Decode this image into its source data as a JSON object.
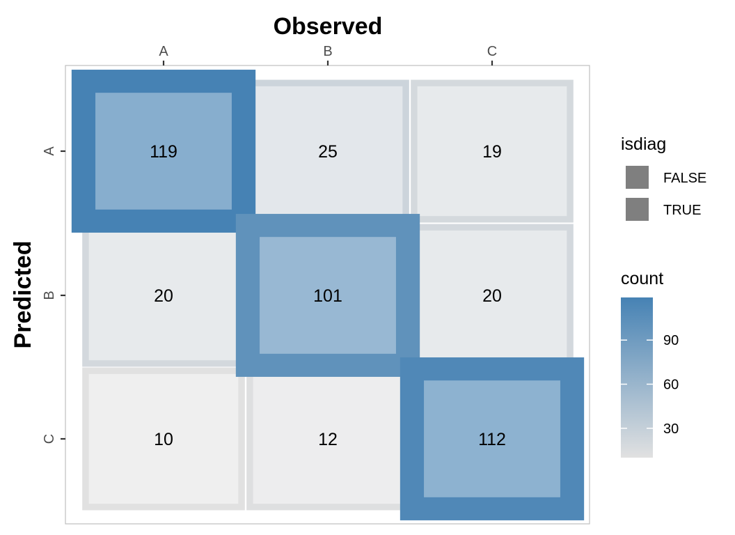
{
  "chart_data": {
    "type": "heatmap",
    "title": "",
    "xlabel": "Observed",
    "ylabel": "Predicted",
    "x_categories": [
      "A",
      "B",
      "C"
    ],
    "y_categories": [
      "A",
      "B",
      "C"
    ],
    "cells": [
      {
        "observed": "A",
        "predicted": "A",
        "count": 119,
        "isdiag": "TRUE"
      },
      {
        "observed": "B",
        "predicted": "A",
        "count": 25,
        "isdiag": "FALSE"
      },
      {
        "observed": "C",
        "predicted": "A",
        "count": 19,
        "isdiag": "FALSE"
      },
      {
        "observed": "A",
        "predicted": "B",
        "count": 20,
        "isdiag": "FALSE"
      },
      {
        "observed": "B",
        "predicted": "B",
        "count": 101,
        "isdiag": "TRUE"
      },
      {
        "observed": "C",
        "predicted": "B",
        "count": 20,
        "isdiag": "FALSE"
      },
      {
        "observed": "A",
        "predicted": "C",
        "count": 10,
        "isdiag": "FALSE"
      },
      {
        "observed": "B",
        "predicted": "C",
        "count": 12,
        "isdiag": "FALSE"
      },
      {
        "observed": "C",
        "predicted": "C",
        "count": 112,
        "isdiag": "TRUE"
      }
    ],
    "legend_isdiag": {
      "title": "isdiag",
      "items": [
        "FALSE",
        "TRUE"
      ],
      "key_color": "#7f7f7f"
    },
    "legend_count": {
      "title": "count",
      "ticks": [
        30,
        60,
        90
      ],
      "low": 10,
      "high": 119,
      "low_color": "#e1e1e1",
      "high_color": "#4682b4"
    },
    "x_axis_position": "top",
    "grid": false,
    "legend_position": "right"
  }
}
